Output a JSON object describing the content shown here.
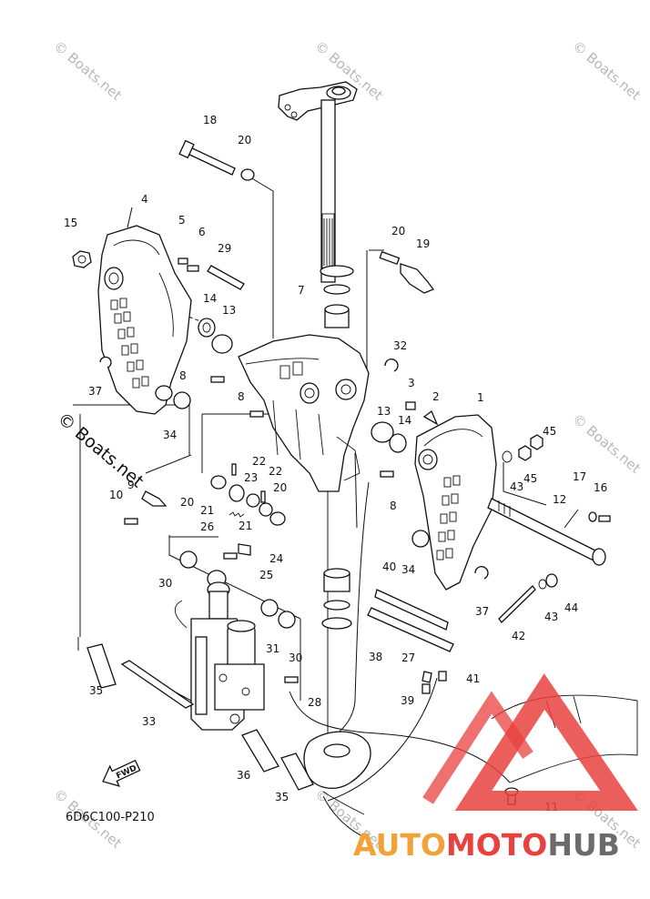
{
  "diagram": {
    "code": "6D6C100-P210",
    "fwd_label": "FWD",
    "callouts": [
      {
        "id": "c18",
        "text": "18"
      },
      {
        "id": "c20a",
        "text": "20"
      },
      {
        "id": "c4",
        "text": "4"
      },
      {
        "id": "c15",
        "text": "15"
      },
      {
        "id": "c5",
        "text": "5"
      },
      {
        "id": "c6",
        "text": "6"
      },
      {
        "id": "c29",
        "text": "29"
      },
      {
        "id": "c20b",
        "text": "20"
      },
      {
        "id": "c19",
        "text": "19"
      },
      {
        "id": "c7",
        "text": "7"
      },
      {
        "id": "c14a",
        "text": "14"
      },
      {
        "id": "c13a",
        "text": "13"
      },
      {
        "id": "c32",
        "text": "32"
      },
      {
        "id": "c8a",
        "text": "8"
      },
      {
        "id": "c37a",
        "text": "37"
      },
      {
        "id": "c3",
        "text": "3"
      },
      {
        "id": "c2",
        "text": "2"
      },
      {
        "id": "c1",
        "text": "1"
      },
      {
        "id": "c8b",
        "text": "8"
      },
      {
        "id": "c13b",
        "text": "13"
      },
      {
        "id": "c14b",
        "text": "14"
      },
      {
        "id": "c34a",
        "text": "34"
      },
      {
        "id": "c45a",
        "text": "45"
      },
      {
        "id": "c45b",
        "text": "45"
      },
      {
        "id": "c43a",
        "text": "43"
      },
      {
        "id": "c17",
        "text": "17"
      },
      {
        "id": "c16",
        "text": "16"
      },
      {
        "id": "c22a",
        "text": "22"
      },
      {
        "id": "c22b",
        "text": "22"
      },
      {
        "id": "c9",
        "text": "9"
      },
      {
        "id": "c23",
        "text": "23"
      },
      {
        "id": "c20c",
        "text": "20"
      },
      {
        "id": "c10",
        "text": "10"
      },
      {
        "id": "c20d",
        "text": "20"
      },
      {
        "id": "c21a",
        "text": "21"
      },
      {
        "id": "c8c",
        "text": "8"
      },
      {
        "id": "c12",
        "text": "12"
      },
      {
        "id": "c26",
        "text": "26"
      },
      {
        "id": "c21b",
        "text": "21"
      },
      {
        "id": "c24",
        "text": "24"
      },
      {
        "id": "c25",
        "text": "25"
      },
      {
        "id": "c34b",
        "text": "34"
      },
      {
        "id": "c40",
        "text": "40"
      },
      {
        "id": "c30a",
        "text": "30"
      },
      {
        "id": "c37b",
        "text": "37"
      },
      {
        "id": "c43b",
        "text": "43"
      },
      {
        "id": "c44",
        "text": "44"
      },
      {
        "id": "c42",
        "text": "42"
      },
      {
        "id": "c31",
        "text": "31"
      },
      {
        "id": "c30b",
        "text": "30"
      },
      {
        "id": "c38",
        "text": "38"
      },
      {
        "id": "c27",
        "text": "27"
      },
      {
        "id": "c41",
        "text": "41"
      },
      {
        "id": "c35a",
        "text": "35"
      },
      {
        "id": "c39",
        "text": "39"
      },
      {
        "id": "c28",
        "text": "28"
      },
      {
        "id": "c33",
        "text": "33"
      },
      {
        "id": "c36",
        "text": "36"
      },
      {
        "id": "c35b",
        "text": "35"
      },
      {
        "id": "c11",
        "text": "11"
      }
    ]
  },
  "watermarks": [
    {
      "id": "wm1",
      "text": "© Boats.net"
    },
    {
      "id": "wm2",
      "text": "© Boats.net"
    },
    {
      "id": "wm3",
      "text": "© Boats.net"
    },
    {
      "id": "wm4",
      "text": "© Boats.net"
    },
    {
      "id": "wm5",
      "text": "© Boats.net"
    },
    {
      "id": "wm6",
      "text": "© Boats.net"
    },
    {
      "id": "wm7",
      "text": "© Boats.net"
    },
    {
      "id": "wm8",
      "text": "© Boats.net"
    }
  ],
  "logo": {
    "part1": "AUTO",
    "part2": "MOTO",
    "part3": "HUB",
    "colors": {
      "red": "#e8423f",
      "orange": "#f2a23a",
      "grey": "#6b6b6b"
    }
  }
}
